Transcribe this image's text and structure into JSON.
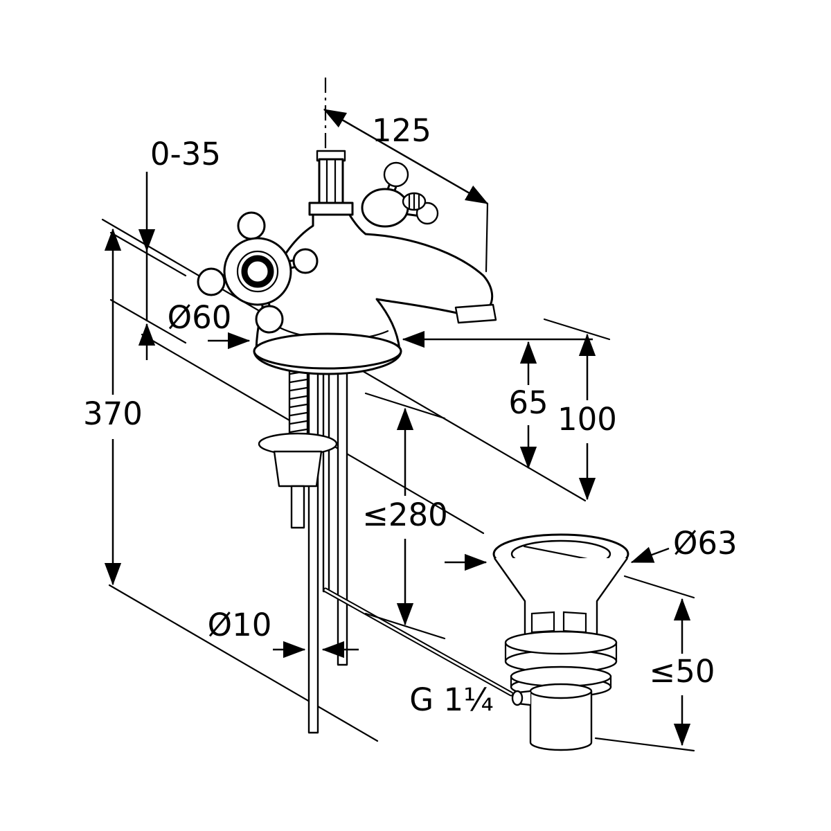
{
  "colors": {
    "line": "#000000",
    "background": "#ffffff"
  },
  "drawing_type": "dimensioned technical line drawing of a basin tap with pop-up waste",
  "dimensions": {
    "deck_thickness_range": "0-35",
    "spout_projection": "125",
    "base_diameter": "Ø60",
    "total_height": "370",
    "spout_height": "65",
    "outlet_height": "100",
    "connection_length": "≤280",
    "waste_flange_diameter": "Ø63",
    "rod_diameter": "Ø10",
    "waste_thread": "G 1¼",
    "waste_depth": "≤50"
  }
}
